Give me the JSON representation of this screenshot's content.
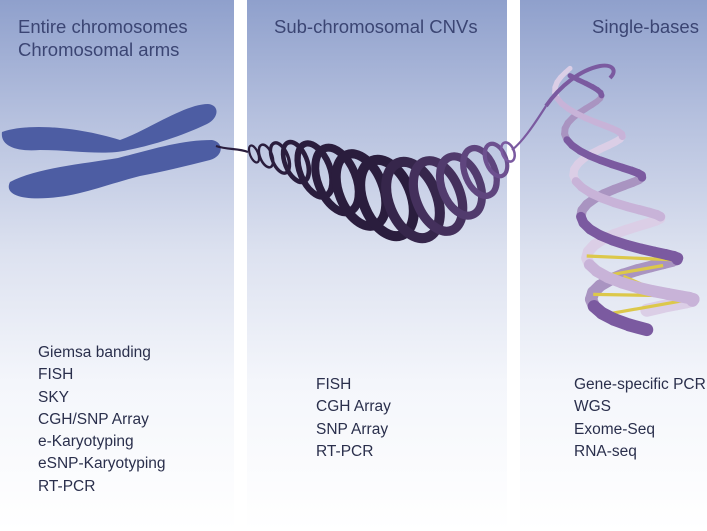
{
  "panels": [
    {
      "title_lines": [
        "Entire chromosomes",
        "Chromosomal arms"
      ],
      "methods": [
        "Giemsa banding",
        "FISH",
        "SKY",
        "CGH/SNP Array",
        "e-Karyotyping",
        "eSNP-Karyotyping",
        "RT-PCR"
      ]
    },
    {
      "title_lines": [
        "Sub-chromosomal CNVs"
      ],
      "methods": [
        "FISH",
        "CGH Array",
        "SNP Array",
        "RT-PCR"
      ]
    },
    {
      "title_lines": [
        "Single-bases"
      ],
      "methods": [
        "Gene-specific PCR",
        "WGS",
        "Exome-Seq",
        "RNA-seq"
      ]
    }
  ],
  "colors": {
    "chromosome": "#4d5da3",
    "coil_dark": "#2a1d3d",
    "coil_purple": "#7b5aa0",
    "helix_light": "#c8b3d8",
    "base_pairs": "#dcc84a"
  }
}
